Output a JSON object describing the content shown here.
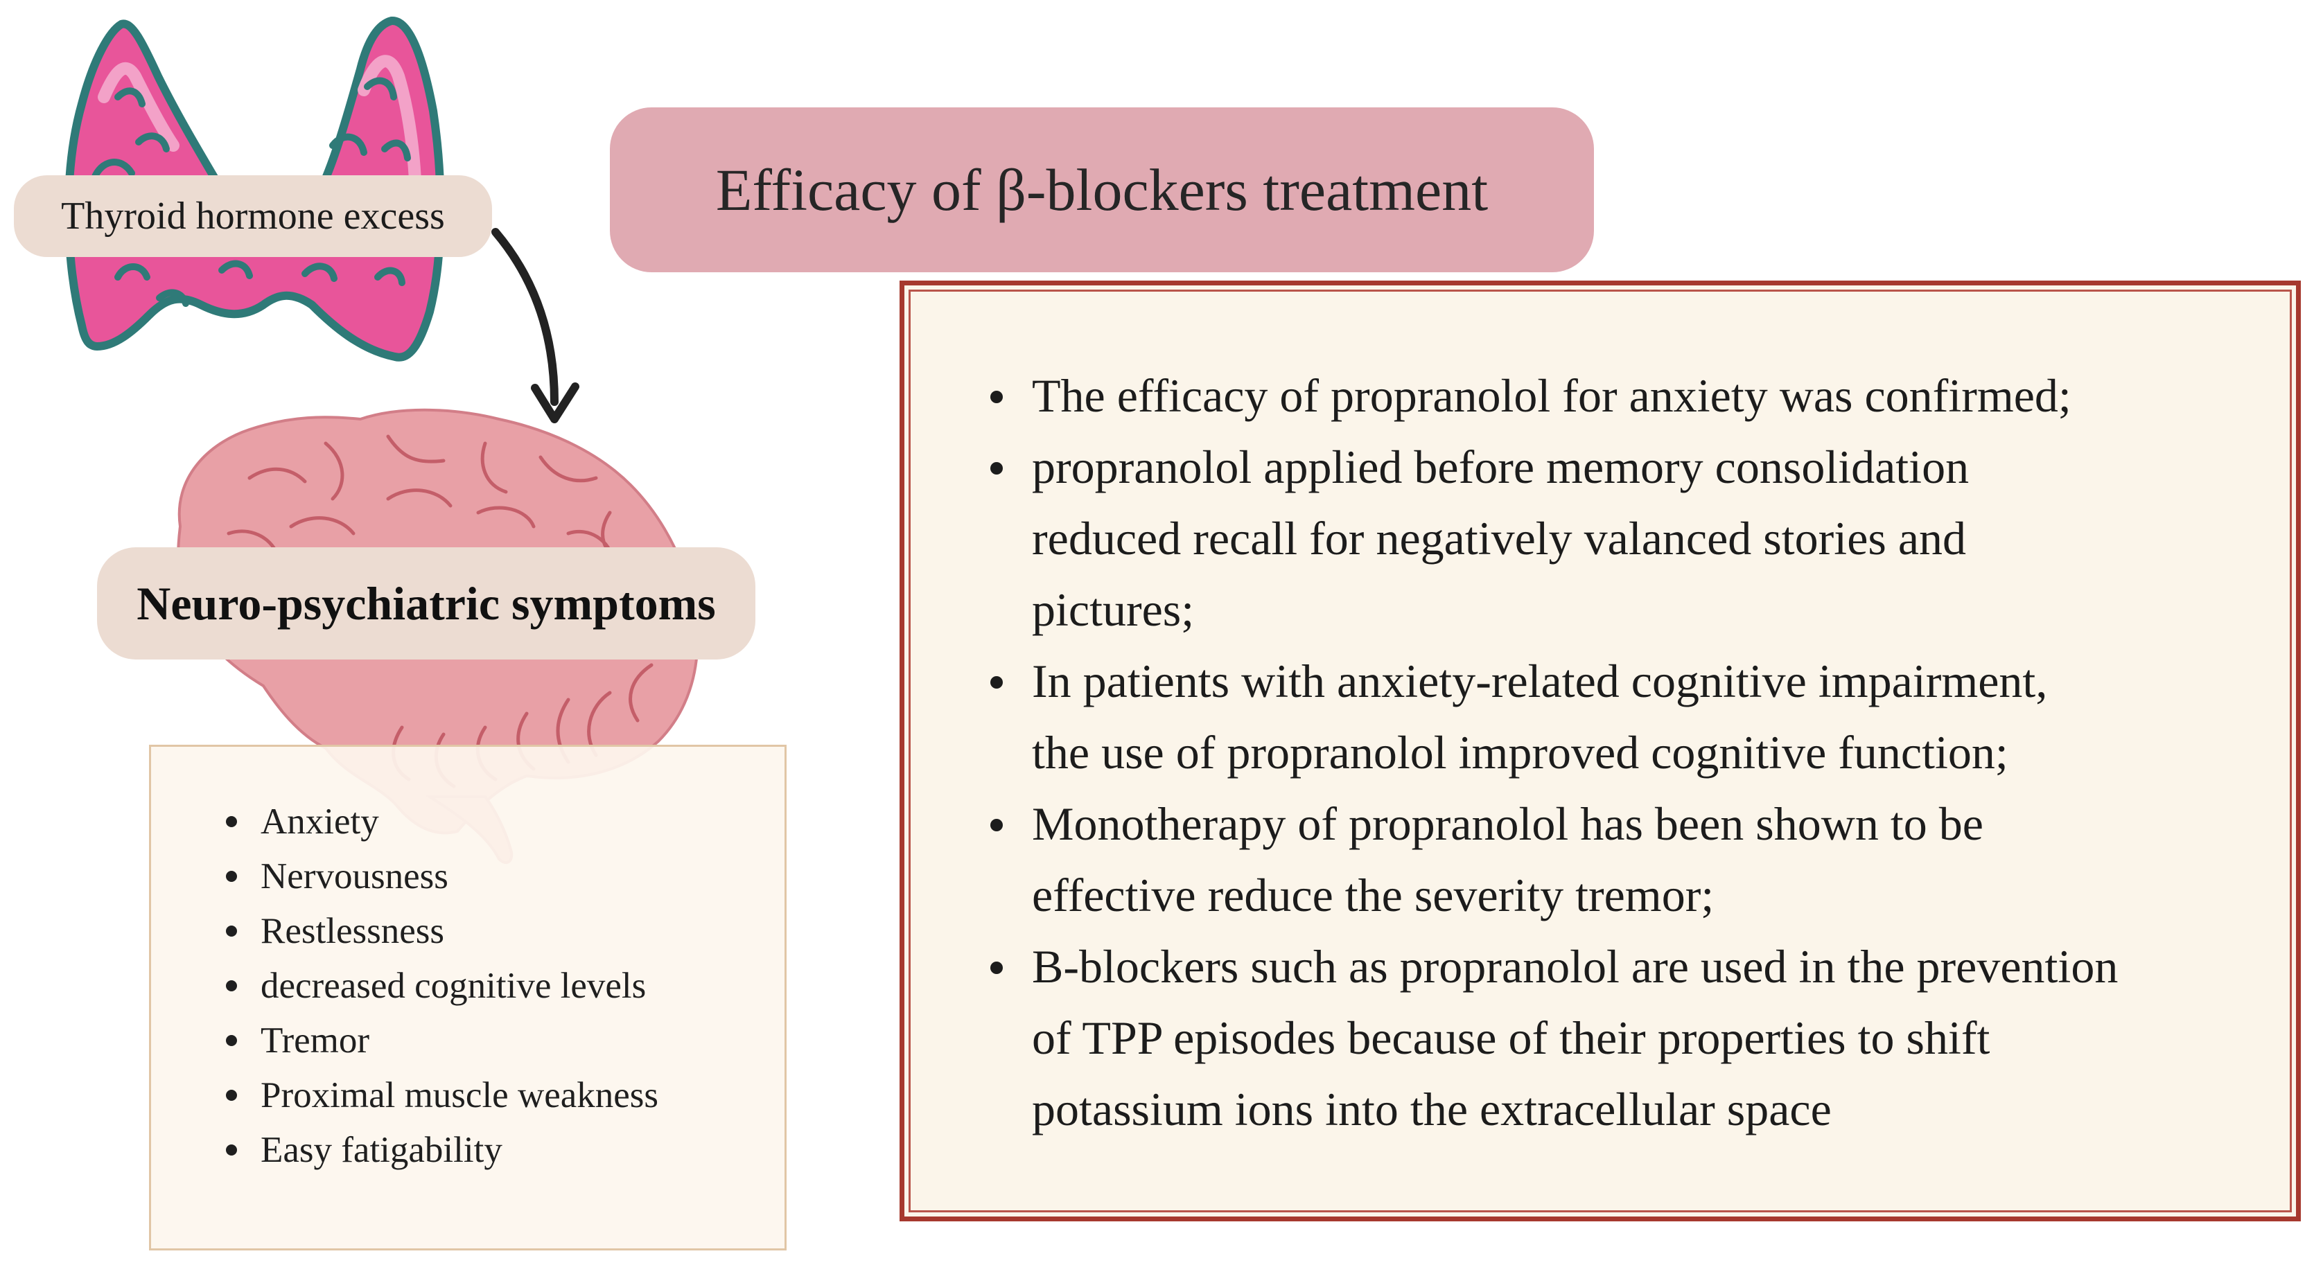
{
  "title": "Efficacy of β-blockers treatment",
  "thyroid_label": "Thyroid hormone excess",
  "neuro_label": "Neuro-psychiatric symptoms",
  "symptoms": [
    "Anxiety",
    "Nervousness",
    "Restlessness",
    "decreased cognitive levels",
    "Tremor",
    "Proximal muscle weakness",
    "Easy fatigability"
  ],
  "efficacy_points": [
    {
      "lines": [
        "The efficacy of propranolol for anxiety was confirmed;"
      ]
    },
    {
      "lines": [
        "propranolol applied before memory consolidation",
        "reduced recall for negatively valanced stories and",
        "pictures;"
      ]
    },
    {
      "lines": [
        "In patients with anxiety-related cognitive impairment,",
        "the use of propranolol improved cognitive function;"
      ]
    },
    {
      "lines": [
        "Monotherapy of propranolol  has been shown to be",
        "effective reduce the severity tremor;"
      ]
    },
    {
      "lines": [
        "B-blockers such as propranolol are used in the prevention",
        "of TPP episodes because of their properties to shift",
        "potassium ions into the extracellular space"
      ]
    }
  ],
  "colors": {
    "title_pill": "#e0aab2",
    "label_pill": "#ecdcd2",
    "thyroid_pink": "#e8559a",
    "thyroid_outline": "#2f7a78",
    "brain_pink": "#e8a0a6",
    "brain_lines": "#c45e69",
    "efficacy_border": "#a6392e",
    "box_background": "#fbf5ea"
  }
}
